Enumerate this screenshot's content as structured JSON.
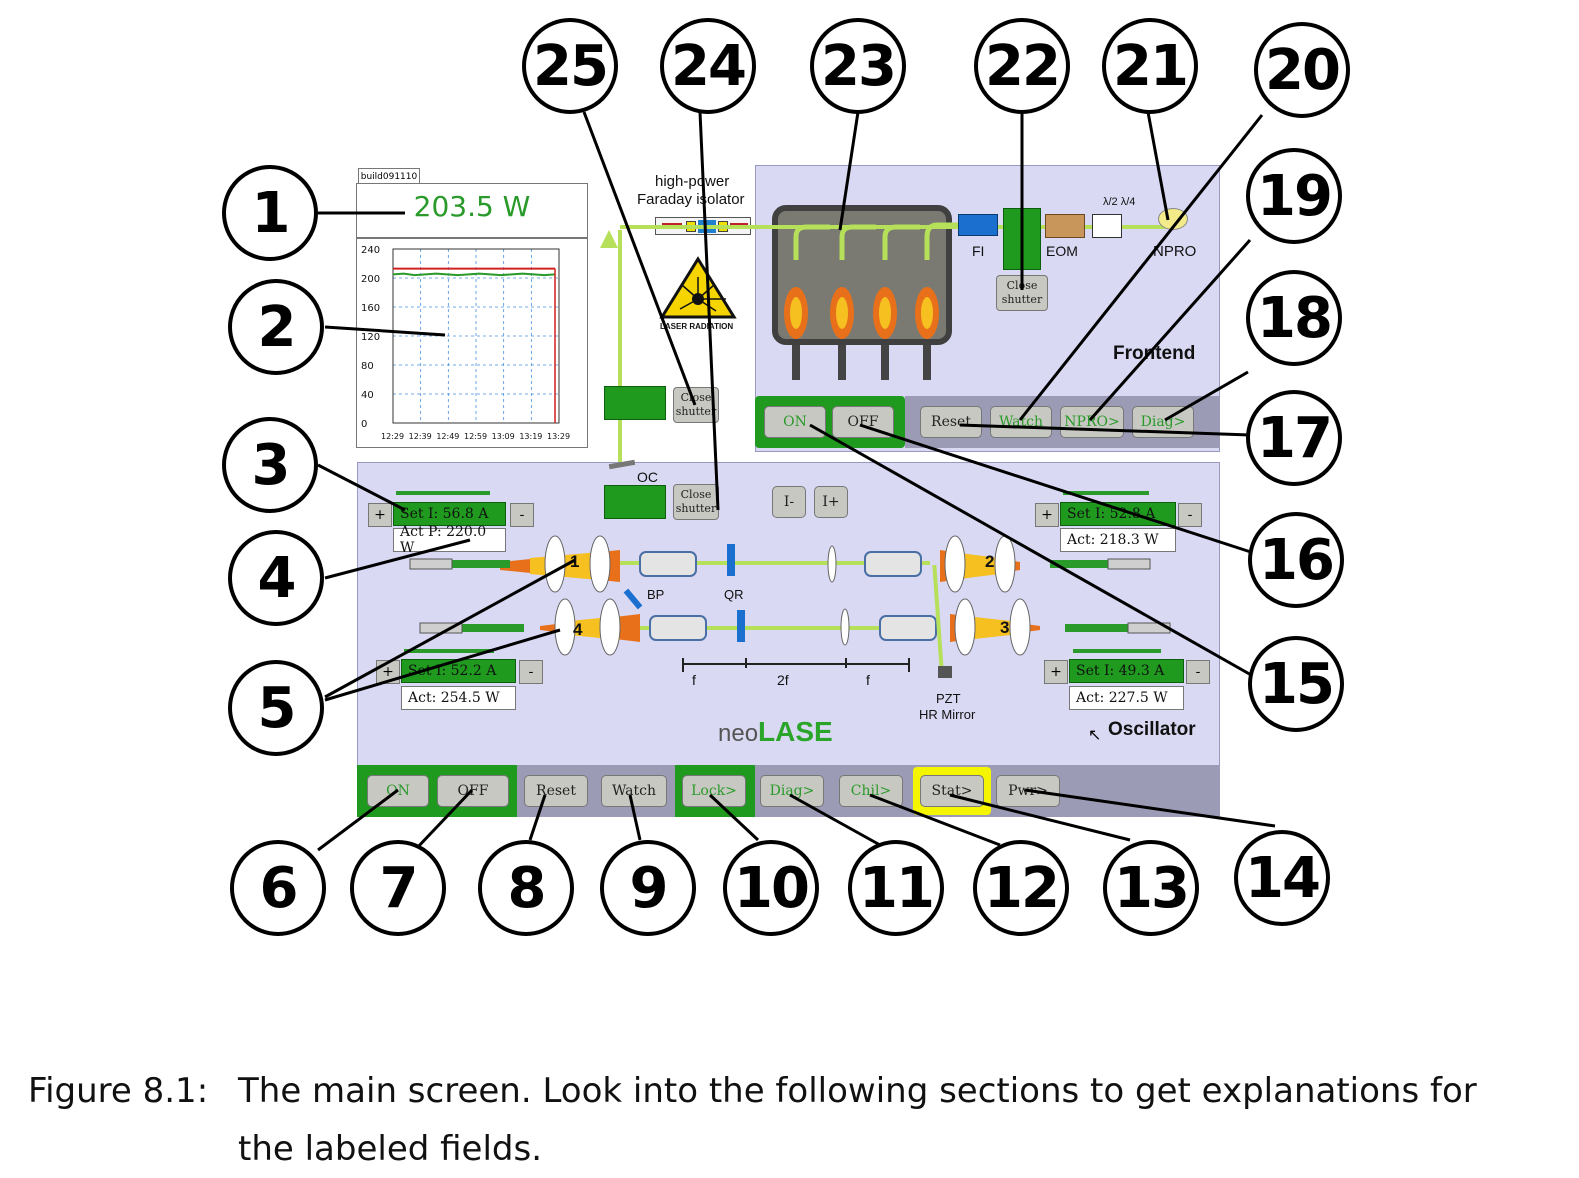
{
  "build_tag": "build091110",
  "power_readout": "203.5 W",
  "chart_data": {
    "type": "line",
    "y_ticks": [
      "240",
      "200",
      "160",
      "120",
      "80",
      "40",
      "0"
    ],
    "x_ticks": [
      "12:29",
      "12:39",
      "12:49",
      "12:59",
      "13:09",
      "13:19",
      "13:29"
    ],
    "ylim": [
      0,
      240
    ],
    "series": [
      {
        "color": "#2a9a2a",
        "values": [
          205,
          206,
          204,
          205,
          206,
          205,
          204,
          205,
          206,
          205,
          204,
          205,
          206,
          205,
          204,
          205
        ]
      },
      {
        "color": "#d02020",
        "values": [
          213,
          213,
          213,
          213,
          213,
          213,
          213,
          213,
          213,
          213,
          213,
          213,
          213,
          213,
          213,
          213
        ]
      }
    ],
    "grid": true
  },
  "frontend": {
    "title": "Frontend",
    "isolator_label_1": "high-power",
    "isolator_label_2": "Faraday isolator",
    "warning_text": "LASER RADIATION",
    "fi_label": "FI",
    "eom_label": "EOM",
    "npro_label": "NPRO",
    "waveplate_label": "λ/2 λ/4",
    "close_shutter": "Close shutter",
    "buttons": {
      "on": "ON",
      "off": "OFF",
      "reset": "Reset",
      "watch": "Watch",
      "npro": "NPRO>",
      "diag": "Diag>"
    }
  },
  "oscillator": {
    "title": "Oscillator",
    "oc_label": "OC",
    "bp_label": "BP",
    "qr_label": "QR",
    "pzt_label_1": "PZT",
    "pzt_label_2": "HR Mirror",
    "scale_labels": [
      "f",
      "2f",
      "f"
    ],
    "close_shutter_top": "Close shutter",
    "close_shutter_oc": "Close shutter",
    "i_minus": "I-",
    "i_plus": "I+",
    "heads": [
      {
        "num": "1",
        "set": "Set I: 56.8 A",
        "act": "Act P: 220.0 W"
      },
      {
        "num": "2",
        "set": "Set I: 52.8 A",
        "act": "Act: 218.3 W"
      },
      {
        "num": "3",
        "set": "Set I: 49.3 A",
        "act": "Act: 227.5 W"
      },
      {
        "num": "4",
        "set": "Set I: 52.2 A",
        "act": "Act: 254.5 W"
      }
    ],
    "plus": "+",
    "minus": "-",
    "brand_1": "neo",
    "brand_2": "LASE",
    "buttons": {
      "on": "ON",
      "off": "OFF",
      "reset": "Reset",
      "watch": "Watch",
      "lock": "Lock>",
      "diag": "Diag>",
      "chil": "Chil>",
      "stat": "Stat>",
      "pwr": "Pwr>"
    }
  },
  "callouts": [
    "1",
    "2",
    "3",
    "4",
    "5",
    "6",
    "7",
    "8",
    "9",
    "10",
    "11",
    "12",
    "13",
    "14",
    "15",
    "16",
    "17",
    "18",
    "19",
    "20",
    "21",
    "22",
    "23",
    "24",
    "25"
  ],
  "caption_label": "Figure 8.1:",
  "caption_text_1": "The main screen. Look into the following sections to get explanations for",
  "caption_text_2": "the labeled fields."
}
